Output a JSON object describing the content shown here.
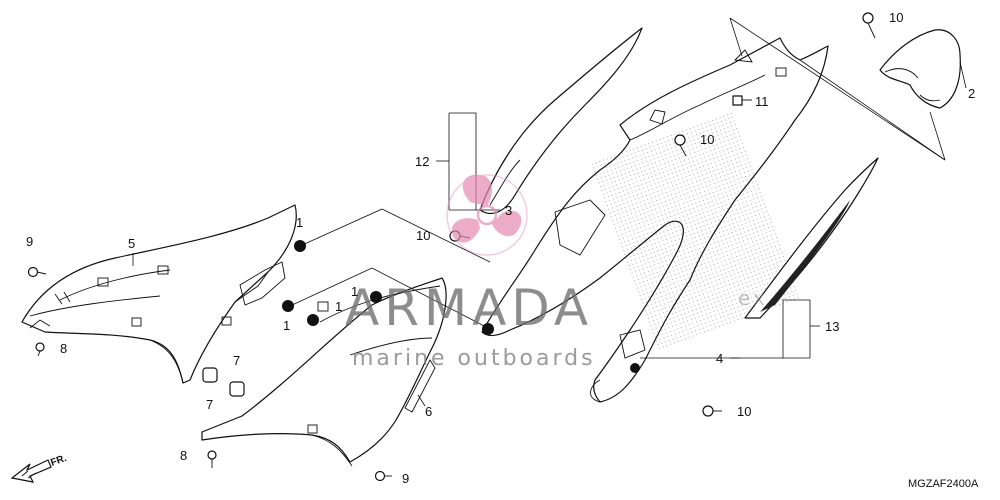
{
  "diagram": {
    "drawing_code": "MGZAF2400A",
    "direction_label": "FR.",
    "callouts": [
      "1",
      "2",
      "3",
      "4",
      "5",
      "6",
      "7",
      "8",
      "9",
      "10",
      "11",
      "12",
      "13"
    ]
  },
  "watermark": {
    "title": "ARMADA",
    "subtitle": "marine outboards",
    "suffix": "ex",
    "logo_color": "#e48ab0"
  }
}
